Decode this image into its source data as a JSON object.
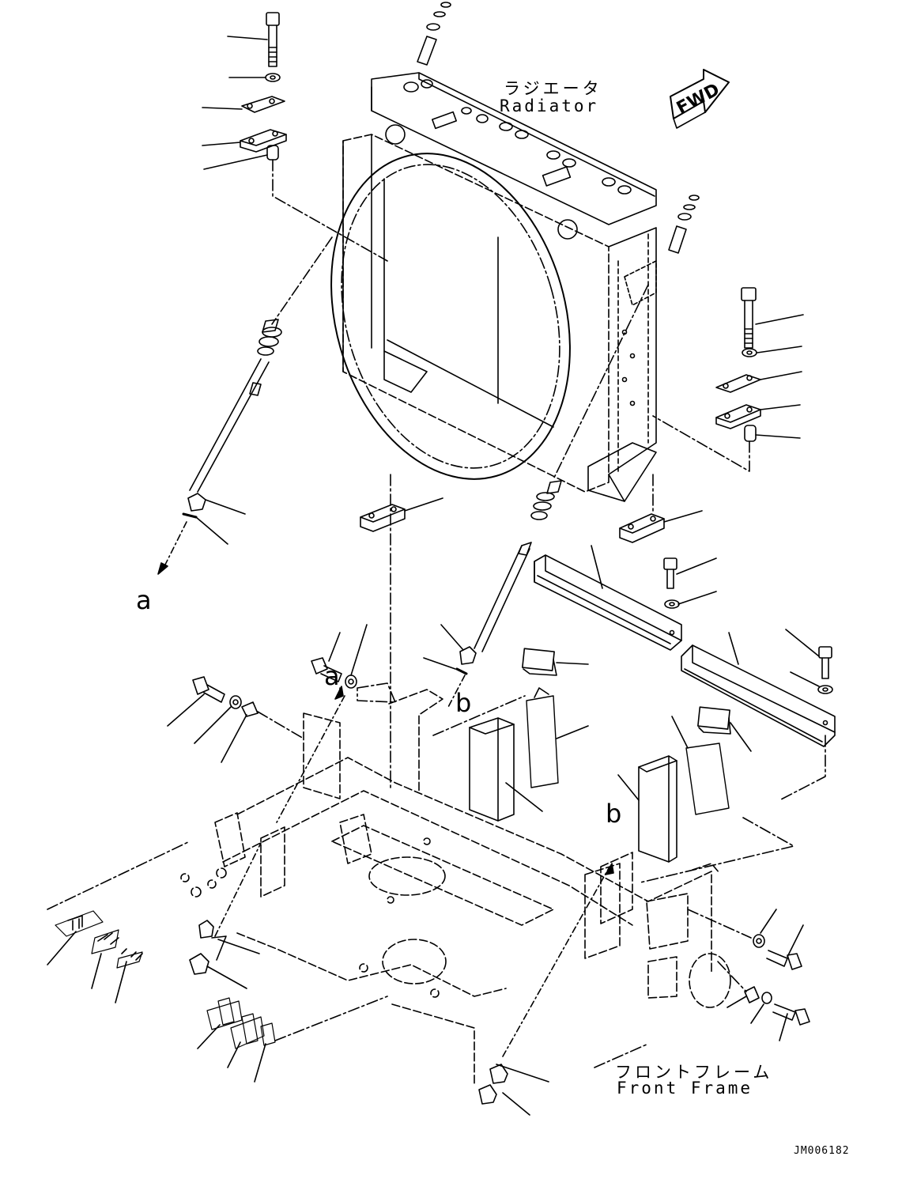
{
  "labels": {
    "radiator_jp": "ラジエータ",
    "radiator_en": "Radiator",
    "front_frame_jp": "フロントフレーム",
    "front_frame_en": "Front Frame",
    "fwd": "FWD",
    "ref_a": "a",
    "ref_b": "b",
    "drawing_code": "JM006182"
  },
  "colors": {
    "line": "#000000",
    "background": "#ffffff"
  }
}
